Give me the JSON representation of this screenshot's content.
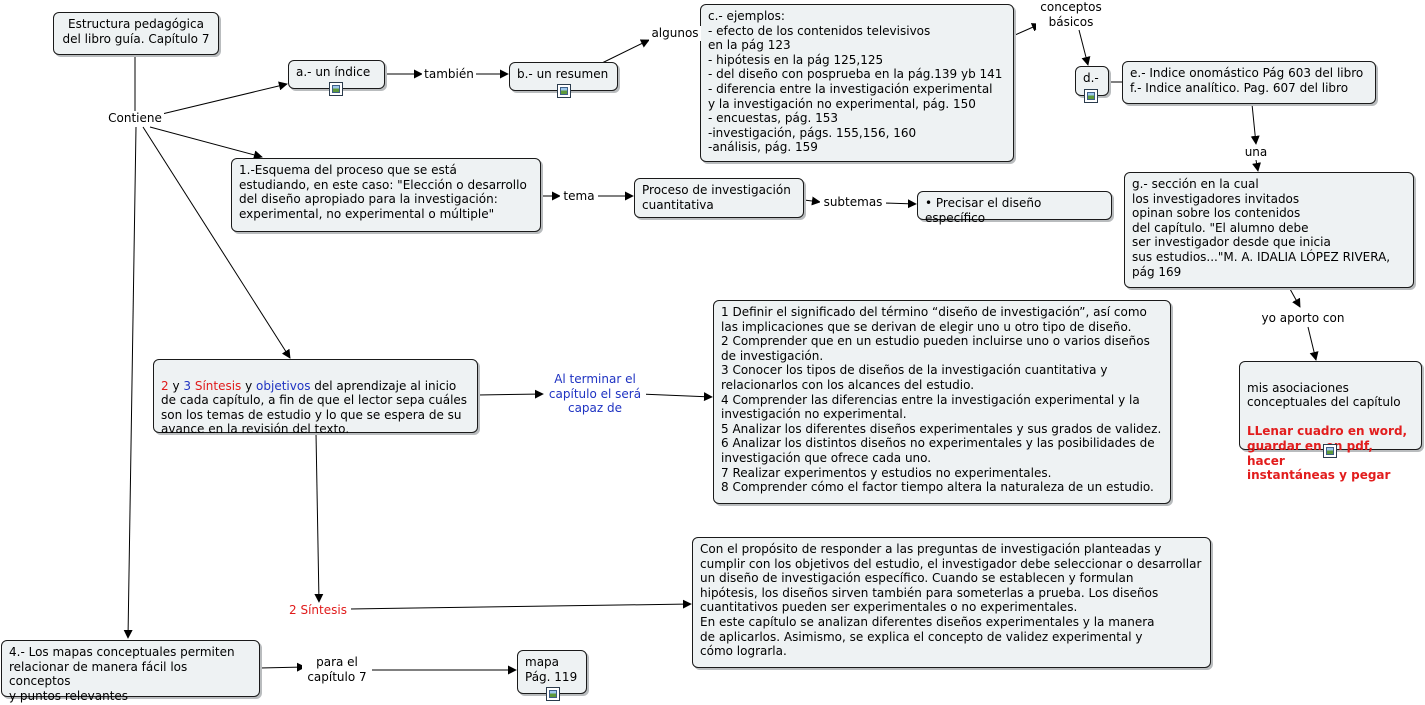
{
  "nodes": {
    "root": "Estructura pedagógica\ndel libro guía. Capítulo 7",
    "indice": "a.- un índice",
    "resumen": "b.- un resumen",
    "ejemplos": "c.- ejemplos:\n- efecto de los contenidos televisivos\nen la pág 123\n- hipótesis en la pág 125,125\n- del diseño con posprueba en la pág.139 yb 141\n- diferencia entre la investigación experimental\ny la investigación no experimental, pág. 150\n- encuestas, pág. 153\n-investigación, págs. 155,156, 160\n-análisis, pág. 159",
    "d": "d.-",
    "indices_ef": "e.- Indice onomástico Pág 603 del libro\nf.- Indice analítico. Pag. 607 del libro",
    "esquema": "1.-Esquema del proceso que se está\nestudiando, en este caso: \"Elección o desarrollo\ndel diseño apropiado para la investigación:\nexperimental, no experimental o múltiple\"",
    "proceso": "Proceso de investigación\ncuantitativa",
    "precisar": "• Precisar el diseño específico",
    "seccion_g": "g.- sección en la cual\nlos investigadores invitados\nopinan sobre los contenidos\ndel capítulo. \"El alumno debe\nser investigador desde que inicia\nsus estudios...\"M. A. IDALIA LÓPEZ RIVERA,\npág 169",
    "asociaciones_plain": "mis asociaciones\nconceptuales del capítulo",
    "asociaciones_bold": "LLenar cuadro en word,\nguardar en en pdf, hacer\ninstantáneas y pegar",
    "sintesis_obj": {
      "num_2": "2",
      "y1": " y ",
      "num_3": "3",
      "sintesis": "  Síntesis",
      "y2": " y ",
      "objetivos": "objetivos",
      "rest": " del aprendizaje al inicio\nde cada capítulo, a fin de que el lector sepa cuáles\nson los temas de estudio y lo que se espera de su\navance en la revisión del texto."
    },
    "objetivos_list": "1 Definir el significado del término “diseño de investigación”, así como\nlas implicaciones que se derivan de elegir uno u otro tipo de diseño.\n2 Comprender que en un estudio pueden incluirse uno o varios diseños\nde investigación.\n3 Conocer los tipos de diseños de la investigación cuantitativa y\nrelacionarlos con los alcances del estudio.\n4 Comprender las diferencias entre la investigación experimental y la\ninvestigación no experimental.\n5 Analizar los diferentes diseños experimentales y sus grados de validez.\n6 Analizar los distintos diseños no experimentales y las posibilidades de\ninvestigación que ofrece cada uno.\n7 Realizar experimentos y estudios no experimentales.\n8 Comprender cómo el factor tiempo altera la naturaleza de un estudio.",
    "sintesis_text": "Con el propósito de responder a las preguntas de investigación planteadas y\ncumplir con los objetivos del estudio, el investigador debe seleccionar o desarrollar\nun diseño de investigación específico. Cuando se establecen y formulan\nhipótesis, los diseños sirven también para someterlas a prueba. Los diseños\ncuantitativos pueden ser experimentales o no experimentales.\nEn este capítulo se analizan diferentes diseños experimentales y la manera\nde aplicarlos. Asimismo, se explica el concepto de validez experimental y\ncómo lograrla.",
    "mapas": "4.- Los mapas conceptuales permiten\nrelacionar de manera fácil los conceptos\ny puntos relevantes",
    "mapa": "mapa\nPág. 119"
  },
  "links": {
    "contiene": "Contiene",
    "tambien": "también",
    "algunos": "algunos",
    "conceptos_basicos": "conceptos\nbásicos",
    "una": "una",
    "tema": "tema",
    "subtemas": "subtemas",
    "yo_aporto": "yo aporto con",
    "al_terminar": "Al terminar el\ncapítulo el será\ncapaz de",
    "sintesis2": "2 Síntesis",
    "para_el": "para el\ncapítulo 7"
  },
  "colors": {
    "node_fill": "#eef2f3",
    "line": "#000000",
    "blue_text": "#1f33c2",
    "red_text": "#e01b1b"
  },
  "icons": [
    "image-icon"
  ]
}
